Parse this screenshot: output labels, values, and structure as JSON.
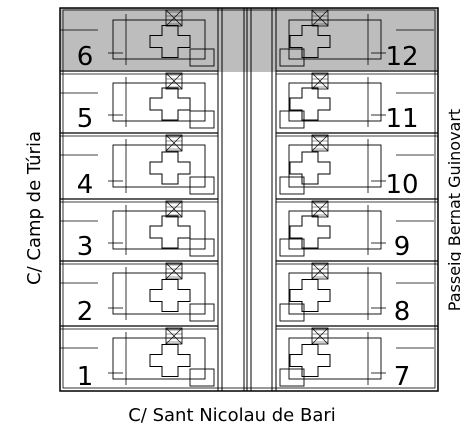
{
  "plan": {
    "streets": {
      "left": "C/ Camp de Túria",
      "bottom": "C/ Sant Nicolau de Bari",
      "right": "Passeig Bernat Guinovart"
    },
    "units_left": [
      "6",
      "5",
      "4",
      "3",
      "2",
      "1"
    ],
    "units_right": [
      "12",
      "11",
      "10",
      "9",
      "8",
      "7"
    ],
    "highlighted_row": 0,
    "colors": {
      "line": "#000000",
      "highlight": "#bdbdbd",
      "background": "#ffffff"
    }
  }
}
